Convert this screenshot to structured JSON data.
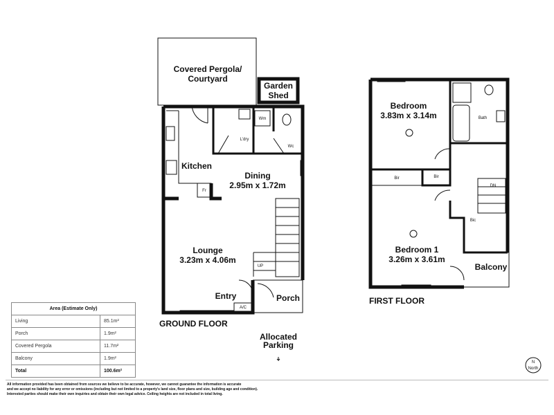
{
  "ground_floor": {
    "title": "GROUND FLOOR",
    "rooms": {
      "pergola": [
        "Covered Pergola/",
        "Courtyard"
      ],
      "shed": [
        "Garden",
        "Shed"
      ],
      "kitchen": "Kitchen",
      "dining": "Dining",
      "dining_size": "2.95m x 1.72m",
      "lounge": "Lounge",
      "lounge_size": "3.23m x 4.06m",
      "entry": "Entry",
      "porch": "Porch",
      "laundry": "L'dry",
      "wm": "Wm",
      "wc": "Wc",
      "fr": "Fr",
      "up": "UP",
      "ac": "A/C"
    },
    "parking": [
      "Allocated",
      "Parking"
    ]
  },
  "first_floor": {
    "title": "FIRST FLOOR",
    "rooms": {
      "bedroom": "Bedroom",
      "bedroom_size": "3.83m x 3.14m",
      "bedroom1": "Bedroom 1",
      "bedroom1_size": "3.26m x 3.61m",
      "bath": "Bath",
      "bir1": "Bir",
      "bir2": "Bir",
      "bic": "Bic",
      "dn": "DN",
      "balcony": "Balcony"
    }
  },
  "area_table": {
    "header": "Area (Estimate Only)",
    "rows": [
      {
        "label": "Living",
        "value": "85.1m²"
      },
      {
        "label": "Porch",
        "value": "1.9m²"
      },
      {
        "label": "Covered Pergola",
        "value": "11.7m²"
      },
      {
        "label": "Balcony",
        "value": "1.9m²"
      }
    ],
    "total": {
      "label": "Total",
      "value": "100.6m²"
    }
  },
  "north": {
    "letter": "N",
    "label": "North"
  },
  "disclaimer": [
    "All information provided has been obtained from sources we believe to be accurate, however, we cannot guarantee the information is accurate",
    "and we accept no liability for any error or omissions (including but not limited to a property's land size, floor plans and size, building age and condition).",
    "Interested parties should make their own inquiries and obtain their own legal advice. Ceiling heights are not included in total living."
  ]
}
